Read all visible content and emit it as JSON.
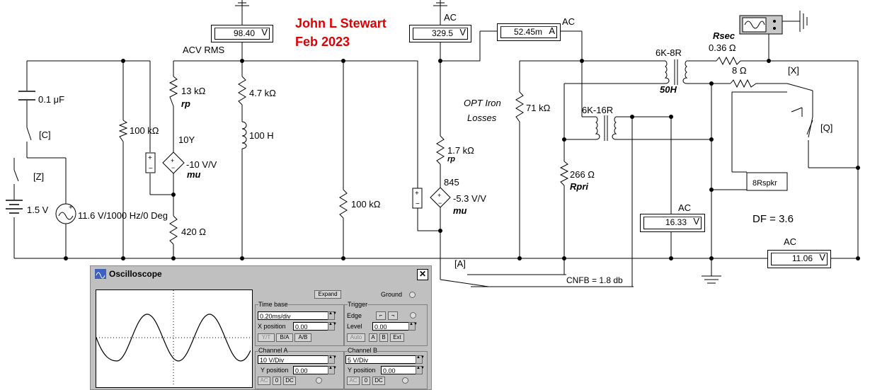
{
  "author": {
    "name": "John L Stewart",
    "date": "Feb 2023"
  },
  "labels": {
    "acv_rms": "ACV RMS",
    "ac_top": "AC",
    "ac_top2": "AC",
    "ac_mid": "AC",
    "ac_right": "AC",
    "c1": "0.1 μF",
    "sw_c": "[C]",
    "sw_z": "[Z]",
    "battery": "1.5 V",
    "source": "11.6 V/1000 Hz/0 Deg",
    "r_100k_left": "100 kΩ",
    "r_13k": "13 kΩ",
    "rp1": "rp",
    "tube1": "10Y",
    "gain1": "-10 V/V",
    "mu1": "mu",
    "r_420": "420 Ω",
    "r_4k7": "4.7 kΩ",
    "l_100h": "100 H",
    "r_100k_mid": "100 kΩ",
    "r_1k7": "1.7 kΩ",
    "rp2": "rp",
    "tube2": "845",
    "gain2": "-5.3 V/V",
    "mu2": "mu",
    "opt_iron": "OPT Iron",
    "losses": "Losses",
    "r_71k": "71 kΩ",
    "t1": "6K-8R",
    "l_50h": "50H",
    "t2": "6K-16R",
    "r_266": "266 Ω",
    "rpri": "Rpri",
    "rsec": "Rsec",
    "rsec_val": "0.36 Ω",
    "r_8": "8 Ω",
    "sw_x": "[X]",
    "sw_q": "[Q]",
    "spkr": "8Rspkr",
    "df": "DF = 3.6",
    "sw_a": "[A]",
    "cnfb": "CNFB = 1.8 db"
  },
  "meters": {
    "m1": {
      "value": "98.40",
      "unit": "V"
    },
    "m2": {
      "value": "329.5",
      "unit": "V"
    },
    "m3": {
      "value": "52.45m",
      "unit": "A"
    },
    "m4": {
      "value": "16.33",
      "unit": "V"
    },
    "m5": {
      "value": "11.06",
      "unit": "V"
    }
  },
  "oscilloscope": {
    "title": "Oscilloscope",
    "close": "✕",
    "expand": "Expand",
    "ground": "Ground",
    "timebase": {
      "label": "Time base",
      "value": "0.20ms/div",
      "xpos_label": "X position",
      "xpos": "0.00",
      "modes": [
        "Y/T",
        "B/A",
        "A/B"
      ]
    },
    "trigger": {
      "label": "Trigger",
      "edge": "Edge",
      "level_label": "Level",
      "level": "0.00",
      "modes": [
        "Auto",
        "A",
        "B",
        "Ext"
      ]
    },
    "channel_a": {
      "label": "Channel A",
      "value": "10 V/Div",
      "ypos_label": "Y position",
      "ypos": "0.00",
      "coupling": [
        "AC",
        "0",
        "DC"
      ]
    },
    "channel_b": {
      "label": "Channel B",
      "value": "5 V/Div",
      "ypos_label": "Y position",
      "ypos": "0.00",
      "coupling": [
        "AC",
        "0",
        "DC"
      ]
    }
  },
  "colors": {
    "title_red": "#e00000",
    "wire": "#000000",
    "panel": "#c0c0c0"
  },
  "icons": [
    "oscilloscope-icon",
    "ground-icon",
    "battery-icon",
    "ac-source-icon"
  ]
}
